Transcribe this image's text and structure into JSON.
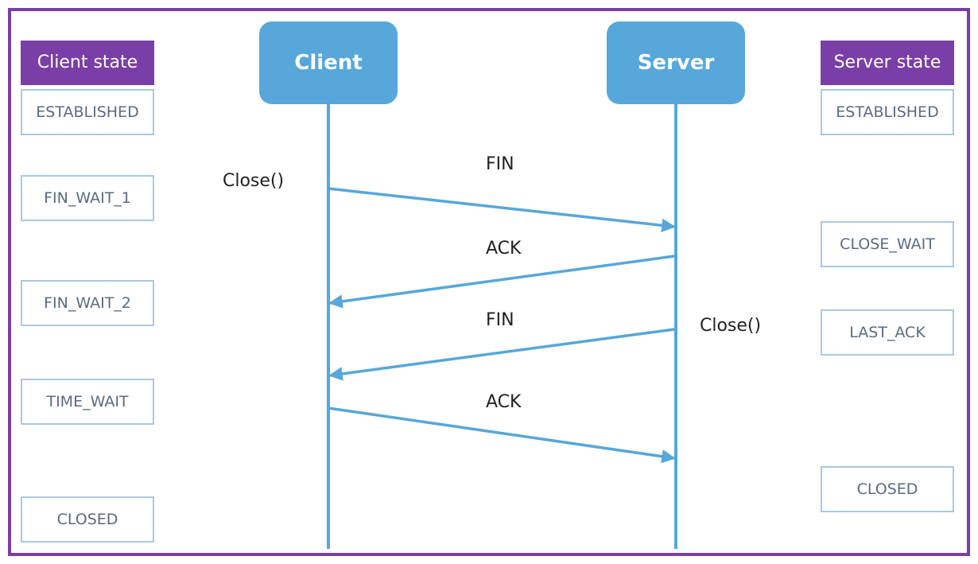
{
  "colors": {
    "frame": "#7a3fa6",
    "header_fill": "#7a3fa6",
    "actor_fill": "#57a7da",
    "arrow": "#57a7da",
    "state_border": "#a9c8e3",
    "state_text": "#5a6b80"
  },
  "client_state": {
    "header": "Client state",
    "states": [
      "ESTABLISHED",
      "FIN_WAIT_1",
      "FIN_WAIT_2",
      "TIME_WAIT",
      "CLOSED"
    ]
  },
  "server_state": {
    "header": "Server state",
    "states": [
      "ESTABLISHED",
      "CLOSE_WAIT",
      "LAST_ACK",
      "CLOSED"
    ]
  },
  "actors": {
    "client": "Client",
    "server": "Server"
  },
  "calls": {
    "client_close": "Close()",
    "server_close": "Close()"
  },
  "messages": [
    {
      "label": "FIN",
      "from": "client",
      "to": "server"
    },
    {
      "label": "ACK",
      "from": "server",
      "to": "client"
    },
    {
      "label": "FIN",
      "from": "server",
      "to": "client"
    },
    {
      "label": "ACK",
      "from": "client",
      "to": "server"
    }
  ]
}
